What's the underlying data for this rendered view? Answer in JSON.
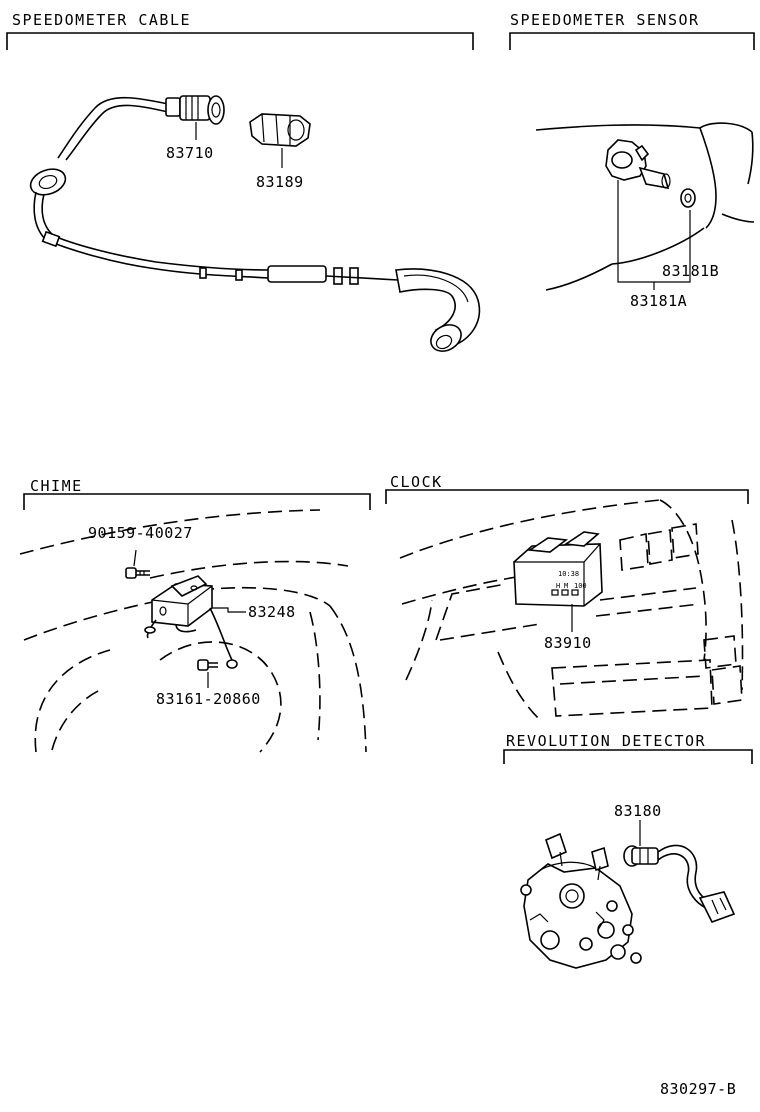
{
  "sections": {
    "speedometer_cable": "SPEEDOMETER CABLE",
    "speedometer_sensor": "SPEEDOMETER SENSOR",
    "chime": "CHIME",
    "clock": "CLOCK",
    "revolution_detector": "REVOLUTION DETECTOR"
  },
  "parts": {
    "p83710": "83710",
    "p83189": "83189",
    "p83181b": "83181B",
    "p83181a": "83181A",
    "p90159": "90159-40027",
    "p83248": "83248",
    "p83161": "83161-20860",
    "p83910": "83910",
    "p83180": "83180"
  },
  "clock_display": {
    "time": "10:38",
    "btn_h": "H",
    "btn_m": "M",
    "btn_set": "100"
  },
  "figure_number": "830297-B"
}
